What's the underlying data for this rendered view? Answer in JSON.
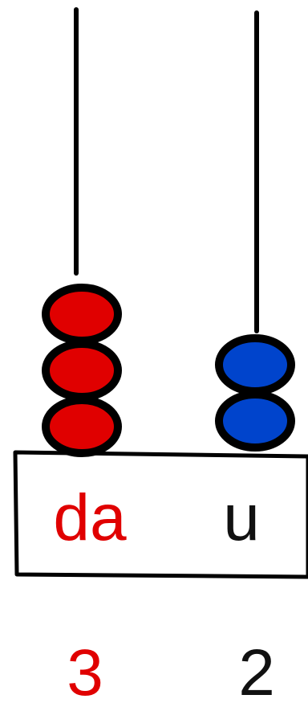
{
  "abacus": {
    "colors": {
      "tens": "#e00000",
      "units": "#0044cc",
      "outline": "#000000",
      "base_fill": "#ffffff"
    },
    "columns": [
      {
        "label": "da",
        "bead_count": 3,
        "value": "3",
        "color": "#e00000",
        "label_color": "#e00000",
        "value_color": "#e00000"
      },
      {
        "label": "u",
        "bead_count": 2,
        "value": "2",
        "color": "#0044cc",
        "label_color": "#111111",
        "value_color": "#111111"
      }
    ]
  }
}
